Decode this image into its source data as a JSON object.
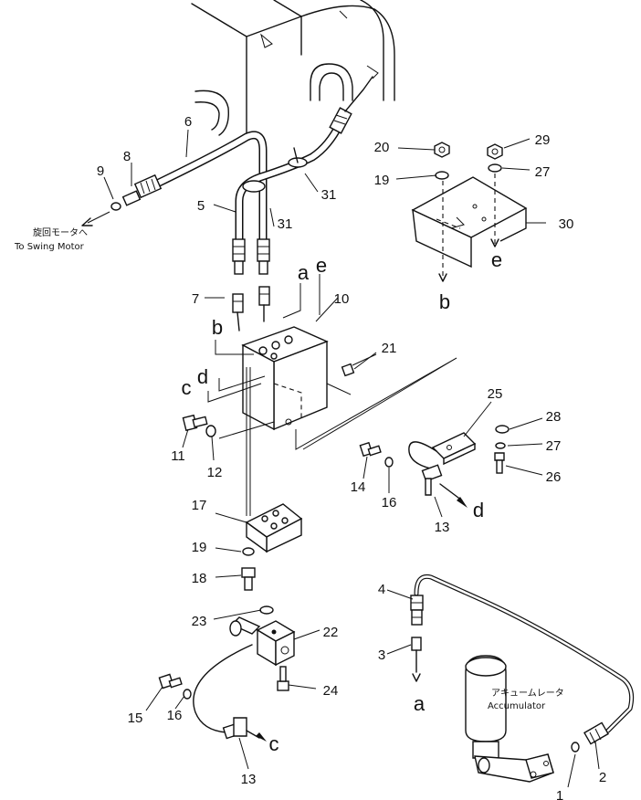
{
  "callouts": {
    "p1": "1",
    "p2": "2",
    "p3": "3",
    "p4": "4",
    "p5": "5",
    "p6": "6",
    "p7": "7",
    "p8": "8",
    "p9": "9",
    "p10": "10",
    "p11": "11",
    "p12": "12",
    "p13a": "13",
    "p13b": "13",
    "p14": "14",
    "p15": "15",
    "p16a": "16",
    "p16b": "16",
    "p17": "17",
    "p18": "18",
    "p19a": "19",
    "p19b": "19",
    "p20": "20",
    "p21": "21",
    "p22": "22",
    "p23": "23",
    "p24": "24",
    "p25": "25",
    "p26": "26",
    "p27a": "27",
    "p27b": "27",
    "p28": "28",
    "p29": "29",
    "p30": "30",
    "p31a": "31",
    "p31b": "31"
  },
  "letters": {
    "a_top": "a",
    "e_top": "e",
    "b_left": "b",
    "c_left": "c",
    "d_left": "d",
    "b_cover": "b",
    "e_cover": "e",
    "d_right": "d",
    "c_bottom": "c",
    "a_bottom": "a"
  },
  "captions": {
    "swing_jp": "旋回モータへ",
    "swing_en": "To Swing Motor",
    "accum_jp": "アキュームレータ",
    "accum_en": "Accumulator"
  }
}
